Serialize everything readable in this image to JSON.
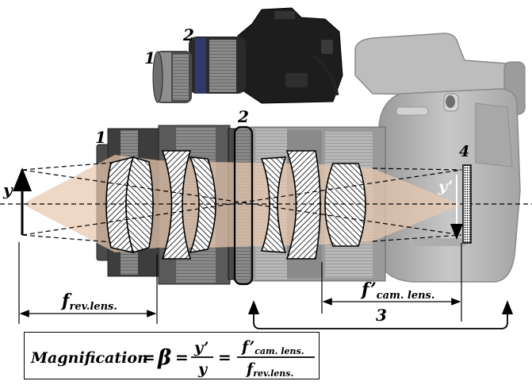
{
  "labels": {
    "n1_top": "1",
    "n2_top": "2",
    "n1": "1",
    "n2": "2",
    "n3": "3",
    "n4": "4",
    "y": "y",
    "y_prime": "y’",
    "f_rev_main": "f",
    "f_rev_sub": "rev.lens.",
    "f_cam_main": "f’",
    "f_cam_sub": "cam. lens."
  },
  "formula": {
    "lhs": "Magnification",
    "eq1": "=",
    "beta": "β",
    "eq2": "=",
    "num1": "y’",
    "den1": "y",
    "eq3": "=",
    "num2_main": "f’",
    "num2_sub": "cam. lens.",
    "den2_main": "f",
    "den2_sub": "rev.lens."
  },
  "colors": {
    "cone": "#e9c9b2",
    "camera_body": "#b9b9b9",
    "camera_dark": "#7c7c7c",
    "lens_dark": "#3c3c3c",
    "lens_mid": "#6a6a6a"
  }
}
